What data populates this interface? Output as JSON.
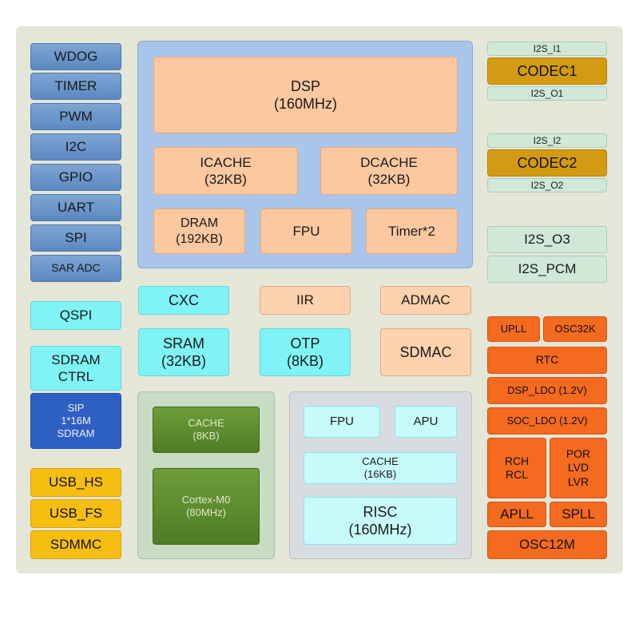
{
  "left_blocks": {
    "wdog": "WDOG",
    "timer": "TIMER",
    "pwm": "PWM",
    "i2c": "I2C",
    "gpio": "GPIO",
    "uart": "UART",
    "spi": "SPI",
    "sar_adc": "SAR ADC",
    "qspi": "QSPI",
    "sdram_ctrl_1": "SDRAM",
    "sdram_ctrl_2": "CTRL",
    "sip_1": "SIP",
    "sip_2": "1*16M",
    "sip_3": "SDRAM",
    "usb_hs": "USB_HS",
    "usb_fs": "USB_FS",
    "sdmmc": "SDMMC"
  },
  "dsp_panel": {
    "dsp": "DSP",
    "dsp_freq": "(160MHz)",
    "icache": "ICACHE",
    "icache_size": "(32KB)",
    "dcache": "DCACHE",
    "dcache_size": "(32KB)",
    "dram": "DRAM",
    "dram_size": "(192KB)",
    "fpu": "FPU",
    "timer2": "Timer*2"
  },
  "middle_blocks": {
    "cxc": "CXC",
    "iir": "IIR",
    "admac": "ADMAC",
    "sram": "SRAM",
    "sram_size": "(32KB)",
    "otp": "OTP",
    "otp_size": "(8KB)",
    "sdmac": "SDMAC"
  },
  "m0_panel": {
    "cache": "CACHE",
    "cache_size": "(8KB)",
    "cortex": "Cortex-M0",
    "cortex_freq": "(80MHz)"
  },
  "risc_panel": {
    "fpu": "FPU",
    "apu": "APU",
    "cache": "CACHE",
    "cache_size": "(16KB)",
    "risc": "RISC",
    "risc_freq": "(160MHz)"
  },
  "right_blocks": {
    "i2s_i1": "I2S_I1",
    "codec1": "CODEC1",
    "i2s_o1": "I2S_O1",
    "i2s_i2": "I2S_I2",
    "codec2": "CODEC2",
    "i2s_o2": "I2S_O2",
    "i2s_o3": "I2S_O3",
    "i2s_pcm": "I2S_PCM",
    "upll": "UPLL",
    "osc32k": "OSC32K",
    "rtc": "RTC",
    "dsp_ldo": "DSP_LDO (1.2V)",
    "soc_ldo": "SOC_LDO (1.2V)",
    "rch": "RCH",
    "rcl": "RCL",
    "por": "POR",
    "lvd": "LVD",
    "lvr": "LVR",
    "apll": "APLL",
    "spll": "SPLL",
    "osc12m": "OSC12M"
  }
}
